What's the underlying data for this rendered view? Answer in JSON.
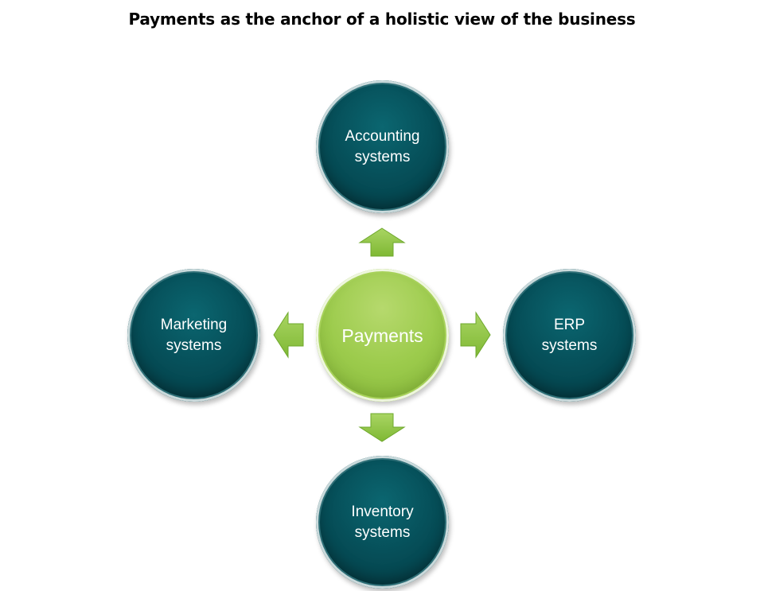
{
  "title": "Payments as the anchor of a holistic view of the business",
  "center": {
    "label": "Payments"
  },
  "nodes": {
    "top": {
      "label": "Accounting\nsystems"
    },
    "right": {
      "label": "ERP\nsystems"
    },
    "bottom": {
      "label": "Inventory\nsystems"
    },
    "left": {
      "label": "Marketing\nsystems"
    }
  },
  "colors": {
    "outer_node": "#06505a",
    "center_node": "#9ccb4c",
    "arrow": "#8cc540",
    "title": "#000000"
  }
}
